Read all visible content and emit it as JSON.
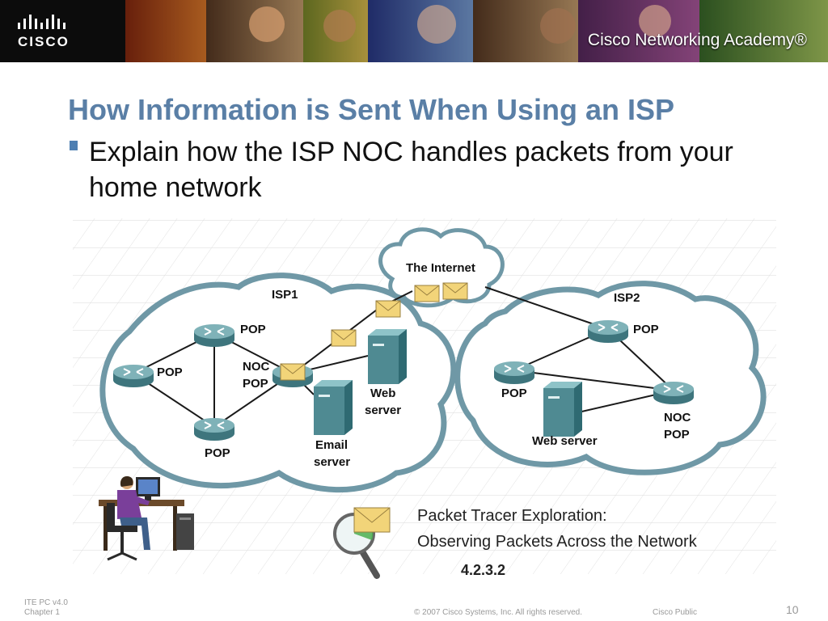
{
  "header": {
    "logo_text": "CISCO",
    "academy_text": "Cisco Networking Academy®"
  },
  "title": "How Information is Sent When Using an ISP",
  "bullet": "Explain how the ISP NOC handles packets from your home network",
  "diagram": {
    "internet_label": "The Internet",
    "isp1_label": "ISP1",
    "isp2_label": "ISP2",
    "isp1": {
      "pop_top": "POP",
      "pop_left": "POP",
      "pop_bottom": "POP",
      "noc_line1": "NOC",
      "noc_line2": "POP",
      "web_line1": "Web",
      "web_line2": "server",
      "email_line1": "Email",
      "email_line2": "server"
    },
    "isp2": {
      "pop_top": "POP",
      "pop_left": "POP",
      "web_server": "Web server",
      "noc_line1": "NOC",
      "noc_line2": "POP"
    },
    "packet_tracer": {
      "heading": "Packet Tracer Exploration:",
      "subheading": "Observing Packets Across the Network",
      "activity_id": "4.2.3.2"
    }
  },
  "footer": {
    "course": "ITE PC v4.0",
    "chapter": "Chapter 1",
    "copyright": "© 2007 Cisco Systems, Inc. All rights reserved.",
    "classification": "Cisco Public",
    "page_number": "10"
  },
  "colors": {
    "title": "#5a7fa6",
    "bullet_marker": "#4e7fb2",
    "cloud_outline": "#6f98a6",
    "device": "#4f8a92"
  }
}
